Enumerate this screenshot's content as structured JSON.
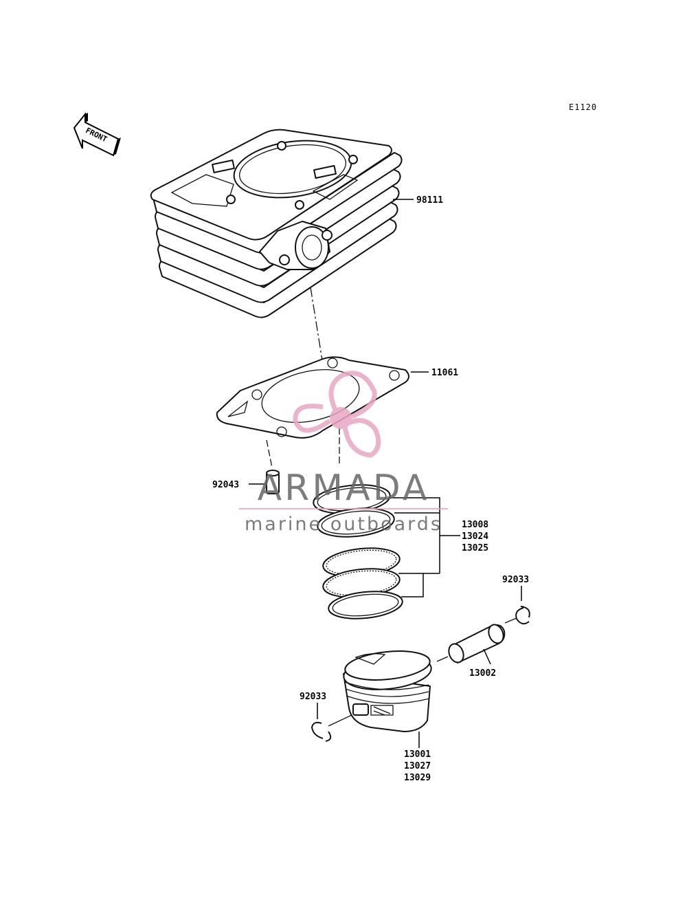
{
  "diagram_code": "E1120",
  "front_label": "FRONT",
  "watermark": {
    "brand": "ARMADA",
    "tagline": "marine outboards",
    "accent_color": "#e8a7c4"
  },
  "parts": {
    "cylinder": "98111",
    "gasket": "11061",
    "dowel": "92043",
    "rings": [
      "13008",
      "13024",
      "13025"
    ],
    "clip_right": "92033",
    "pin": "13002",
    "clip_left": "92033",
    "piston": [
      "13001",
      "13027",
      "13029"
    ]
  }
}
